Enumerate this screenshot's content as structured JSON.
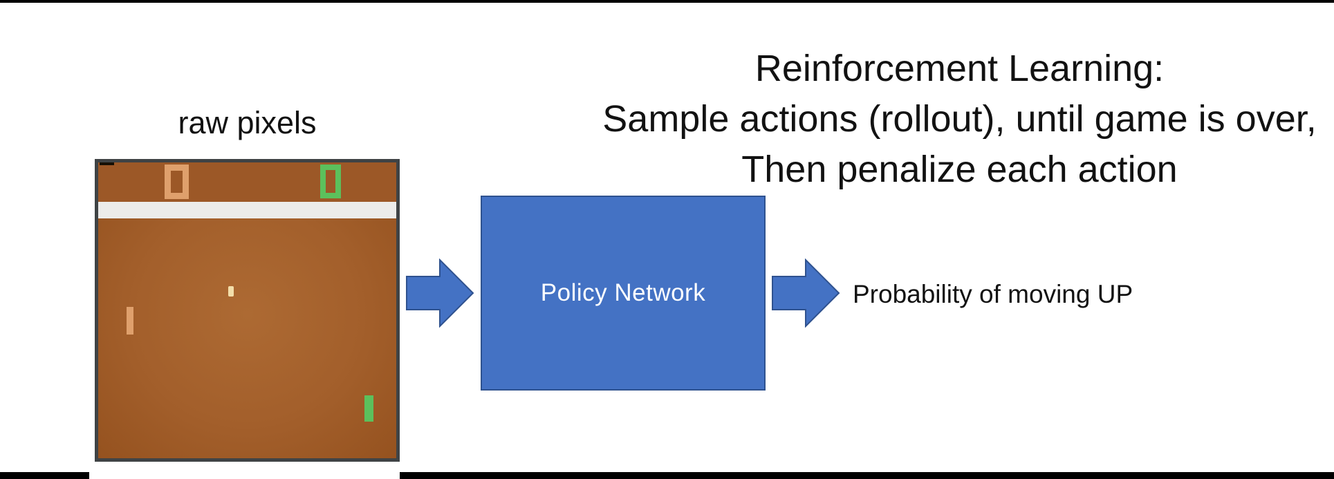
{
  "slide": {
    "title_lines": {
      "line1": "Reinforcement Learning:",
      "line2": "Sample actions (rollout), until game is over,",
      "line3": "Then penalize each action"
    },
    "raw_pixels_label": "raw pixels",
    "policy_box_label": "Policy Network",
    "output_label": "Probability of moving UP"
  },
  "game": {
    "description": "Atari Pong game frame",
    "left_score": "0",
    "right_score": "0",
    "elements": {
      "ball": "ball",
      "left_paddle": "orange paddle",
      "right_paddle": "green paddle"
    }
  },
  "icons": {
    "arrow_input": "right-arrow",
    "arrow_output": "right-arrow"
  },
  "colors": {
    "black": "#000000",
    "text": "#121212",
    "game-border": "#3F4345",
    "game-brown-top": "#9C5827",
    "game-brown-main": "#A35F2B",
    "game-brown-dark": "#95521F",
    "game-brown-light": "#AD6A33",
    "white-bar": "#ECECEA",
    "orange": "#DFA06C",
    "green": "#5CC05C",
    "ball": "#F3DEAA",
    "blue": "#4472C4",
    "blue-border": "#2F528F"
  }
}
